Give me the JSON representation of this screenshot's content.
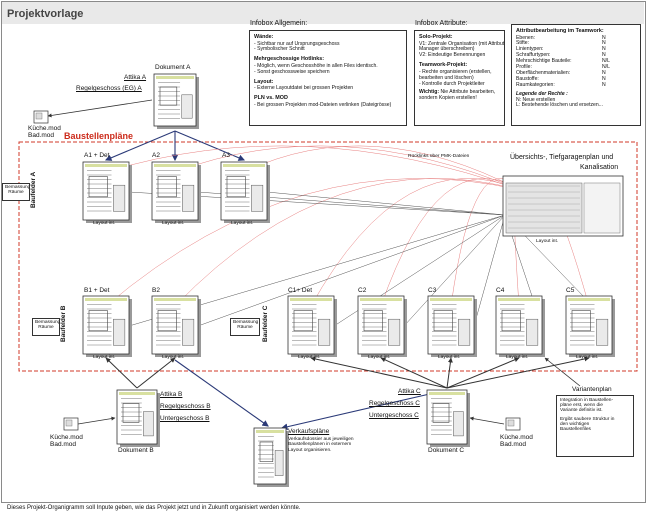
{
  "title": "Projektvorlage",
  "footer": "Dieses Projekt-Organigramm soll Inpute geben, wie das Projekt jetzt und in Zukunft organisiert werden könnte.",
  "infobox_allgemein": {
    "heading": "Infobox Allgemein:",
    "sections": [
      {
        "title": "Wände:",
        "lines": [
          "- Sichtbar nur auf Ursprungsgeschoss",
          "- Symbolischer Schnitt"
        ]
      },
      {
        "title": "Mehrgeschossige Hotlinks:",
        "lines": [
          "- Möglich, wenn Geschosshöhe in allen Files identisch.",
          "- Sonst geschossweise speichern"
        ]
      },
      {
        "title": "Layout:",
        "lines": [
          "- Externe Layoutdatei bei grossen Projekten"
        ]
      },
      {
        "title": "PLN vs. MOD",
        "lines": [
          "- Bei grossen Projekten mod-Dateien verlinken (Dateigrösse)"
        ]
      }
    ]
  },
  "infobox_attribute": {
    "heading": "Infobox Attribute:",
    "solo_title": "Solo-Projekt:",
    "solo_lines": [
      "V1: Zentrale Organisation (mit Attribut-",
      "Manager überschreiben)",
      "V2: Eindeutige Benennungen"
    ],
    "team_title": "Teamwork-Projekt:",
    "team_lines": [
      "- Rechte organisieren (erstellen,",
      "bearbeiten und löschen)",
      "- Kontrolle durch Projektleiter"
    ],
    "note_label": "Wichtig:",
    "note_lines": [
      " Nie Attribute bearbeiten,",
      "sondern Kopien erstellen!"
    ]
  },
  "teamwork_table": {
    "heading": "Attributbearbeitung im Teamwork:",
    "rows": [
      [
        "Ebenen:",
        "N"
      ],
      [
        "Stifte:",
        "N"
      ],
      [
        "Linientypen:",
        "N"
      ],
      [
        "Schraffurtypen:",
        "N"
      ],
      [
        "Mehrschichtige Bauteile:",
        "N/L"
      ],
      [
        "Profile:",
        "N/L"
      ],
      [
        "Oberflächenmaterialien:",
        "N"
      ],
      [
        "Baustoffe:",
        "N"
      ],
      [
        "Raumkategorien:",
        "N"
      ]
    ],
    "legend_title": "Legende der Rechte :",
    "legend_lines": [
      "N: Neue erstellen",
      "L: Bestehende löschen und ersetzen..."
    ]
  },
  "dokument_a": {
    "name": "Dokument A",
    "links": [
      "Attika A",
      "Regelgeschoss (EG) A"
    ]
  },
  "dokument_b": {
    "name": "Dokument B",
    "links": [
      "Attika B",
      "Regelgeschoss B",
      "Untergeschoss B"
    ]
  },
  "dokument_c": {
    "name": "Dokument C",
    "links": [
      "Attika C",
      "Regelgeschoss C",
      "Untergeschoss C"
    ]
  },
  "kueche_a": {
    "line1": "Küche.mod",
    "line2": "Bad.mod"
  },
  "kueche_b": {
    "line1": "Küche.mod",
    "line2": "Bad.mod"
  },
  "kueche_c": {
    "line1": "Küche.mod",
    "line2": "Bad.mod"
  },
  "baustellenplaene": {
    "heading": "Baustellenpläne",
    "ruecklinks": "Rücklinks über PMK-Dateien",
    "layout_label": "Layout int.",
    "baufeld_a": "Baufelder A",
    "baufeld_b": "Baufelder B",
    "baufeld_c": "Baufelder C",
    "row_a": [
      "A1 + Det",
      "A2",
      "A3"
    ],
    "row_b": [
      "B1 + Det",
      "B2"
    ],
    "row_c": [
      "C1+ Det",
      "C2",
      "C3",
      "C4",
      "C5"
    ],
    "bemassung": {
      "line1": "Bemassung",
      "line2": "Räume"
    },
    "uebersicht": [
      "Übersichts-, Tiefgaragenplan und",
      "Kanalisation"
    ]
  },
  "verkaufsplaene": {
    "title": "Verkaufspläne",
    "lines": [
      "Verkaufsdossier aus jeweiligen",
      "Baustellenplänen in externem",
      "Layout organisieren."
    ]
  },
  "variantenplan": {
    "title": "Variantenplan",
    "lines": [
      "Integration in Baustellen-",
      "pläne erst, wenn die",
      "Variante definitiv ist.",
      "",
      "Ergibt saubere Struktur in",
      "den wichtigen",
      "Baustellenfiles"
    ]
  }
}
